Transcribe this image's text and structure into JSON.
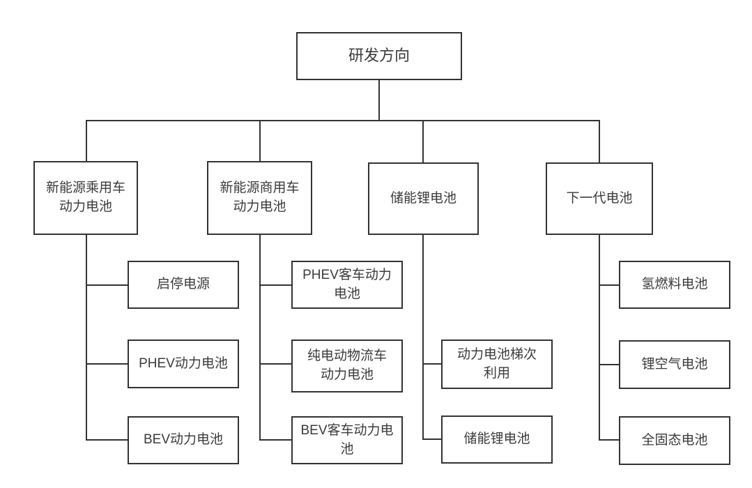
{
  "diagram": {
    "type": "org-tree",
    "colors": {
      "line": "#333333",
      "border": "#333333",
      "text": "#3b3b3b",
      "background": "#ffffff"
    },
    "root": {
      "label": "研发方向"
    },
    "branches": [
      {
        "label": "新能源乘用车\n动力电池",
        "children": [
          {
            "label": "启停电源"
          },
          {
            "label": "PHEV动力电池"
          },
          {
            "label": "BEV动力电池"
          }
        ]
      },
      {
        "label": "新能源商用车\n动力电池",
        "children": [
          {
            "label": "PHEV客车动力\n电池"
          },
          {
            "label": "纯电动物流车\n动力电池"
          },
          {
            "label": "BEV客车动力电\n池"
          }
        ]
      },
      {
        "label": "储能锂电池",
        "children": [
          {
            "label": "动力电池梯次\n利用"
          },
          {
            "label": "储能锂电池"
          }
        ]
      },
      {
        "label": "下一代电池",
        "children": [
          {
            "label": "氢燃料电池"
          },
          {
            "label": "锂空气电池"
          },
          {
            "label": "全固态电池"
          }
        ]
      }
    ]
  }
}
